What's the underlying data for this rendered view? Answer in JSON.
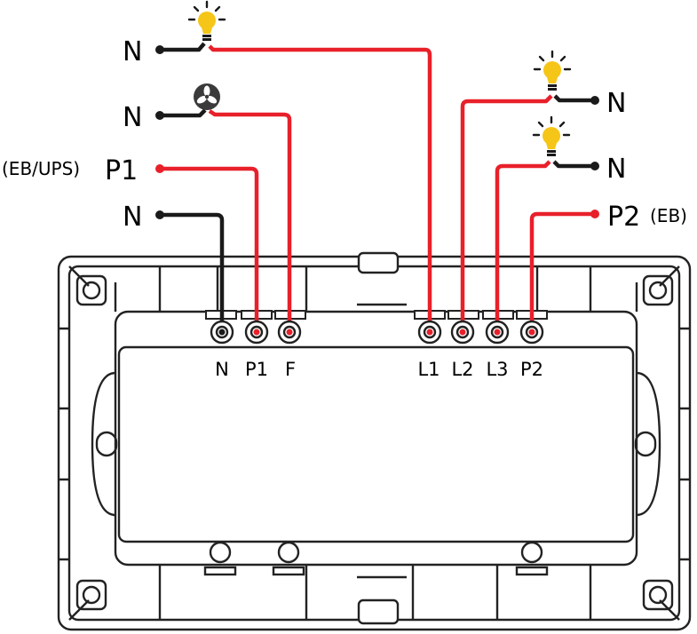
{
  "diagram": {
    "terminal_labels": [
      "N",
      "P1",
      "F",
      "L1",
      "L2",
      "L3",
      "P2"
    ],
    "left_inputs": {
      "lamp_neutral": "N",
      "fan_neutral": "N",
      "p1_prefix": "(EB/UPS)",
      "p1_label": "P1",
      "neutral": "N"
    },
    "right_inputs": {
      "lamp2_neutral": "N",
      "lamp3_neutral": "N",
      "p2_label": "P2",
      "p2_suffix": "(EB)"
    },
    "icons": [
      "bulb-icon",
      "fan-icon",
      "bulb-icon",
      "bulb-icon"
    ],
    "colors": {
      "live": "#e8202a",
      "neutral": "#1a1a1a",
      "bulb": "#f5c518",
      "fan": "#3a3a3a",
      "outline": "#222222",
      "frame_fill": "#ffffff"
    }
  }
}
